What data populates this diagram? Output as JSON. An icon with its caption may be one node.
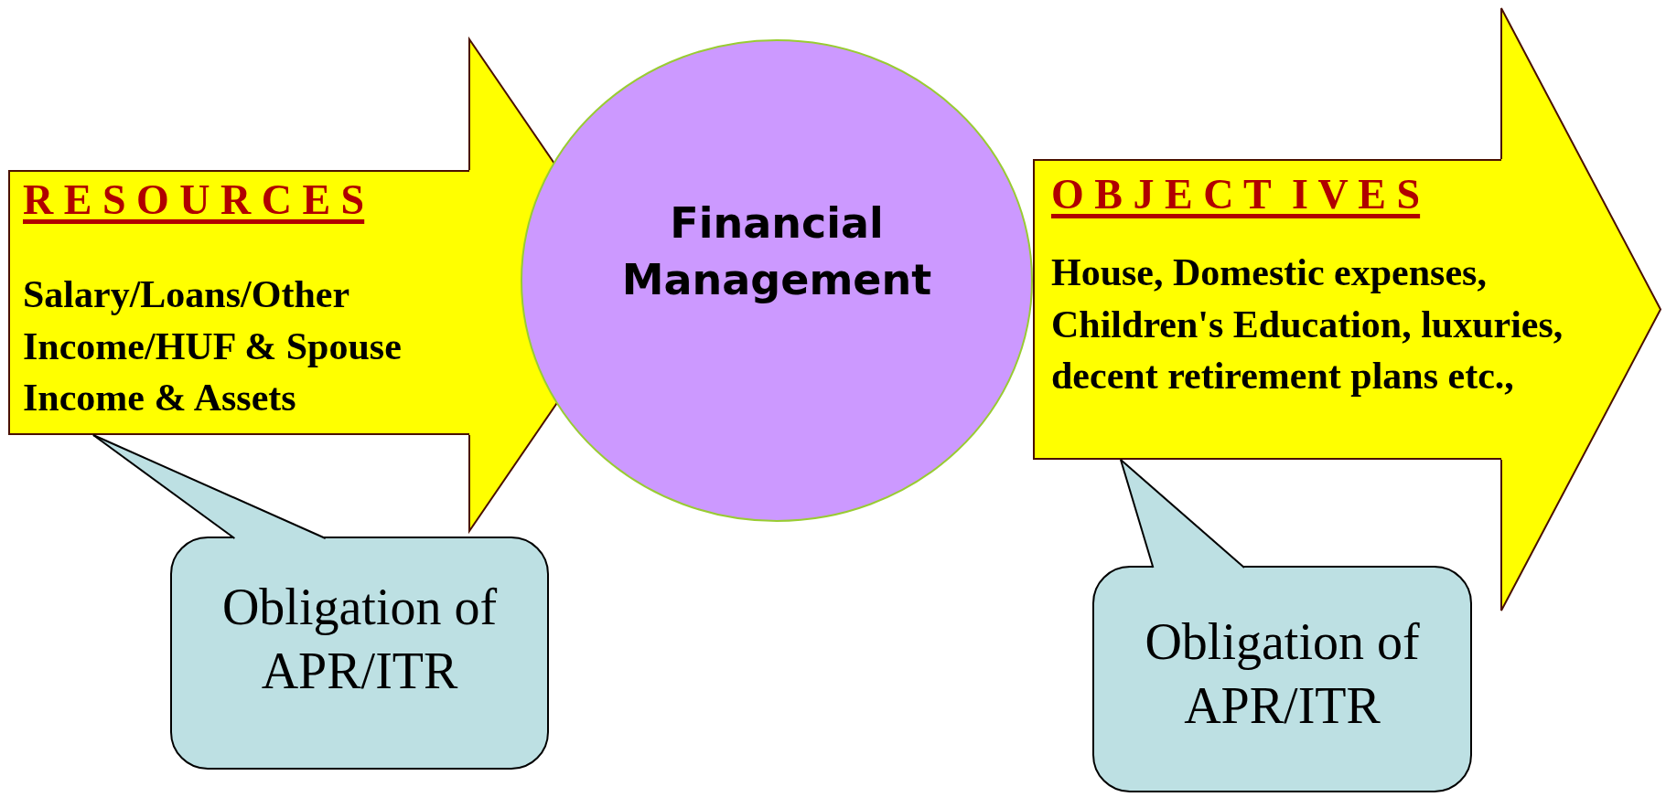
{
  "diagram": {
    "nodes": [
      {
        "text": [
          "R E S O U R C E S",
          "Salary/Loans/Other Income/HUF & Spouse Income & Assets"
        ]
      },
      {
        "text": [
          "Financial Management"
        ]
      },
      {
        "text": [
          "O B J E C T  I V E S",
          "House, Domestic expenses, Children's Education, luxuries, decent retirement plans etc.,"
        ]
      },
      {
        "text": [
          "Obligation of APR/ITR"
        ]
      },
      {
        "text": [
          "Obligation of APR/ITR"
        ]
      }
    ],
    "edges": [
      {
        "from": 3,
        "to": 0,
        "arrow": "none"
      },
      {
        "from": 4,
        "to": 2,
        "arrow": "none"
      }
    ]
  }
}
